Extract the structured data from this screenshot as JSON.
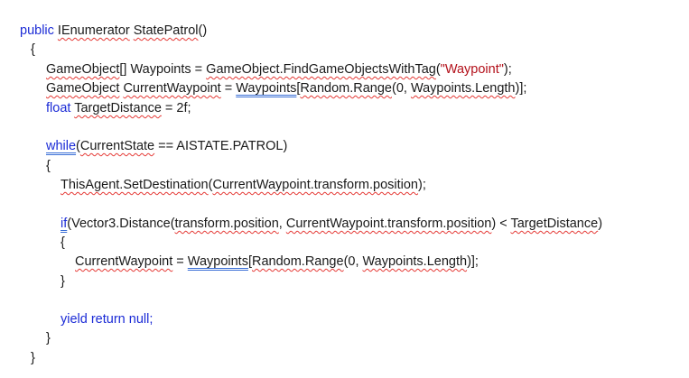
{
  "document": {
    "lines": [
      {
        "tokens": [
          {
            "t": "public ",
            "k": "keyword"
          },
          {
            "t": "IEnumerator",
            "k": "ident",
            "u": "squig"
          },
          {
            "t": " ",
            "k": "plain"
          },
          {
            "t": "StatePatrol",
            "k": "ident",
            "u": "squig"
          },
          {
            "t": "()",
            "k": "punct"
          }
        ]
      },
      {
        "tokens": [
          {
            "t": "{",
            "k": "punct"
          }
        ]
      },
      {
        "tokens": [
          {
            "t": "GameObject",
            "k": "ident",
            "u": "squig"
          },
          {
            "t": "[] Waypoints = ",
            "k": "plain"
          },
          {
            "t": "GameObject.FindGameObjectsWithTag",
            "k": "ident",
            "u": "squig"
          },
          {
            "t": "(",
            "k": "punct"
          },
          {
            "t": "\"Waypoint\"",
            "k": "string"
          },
          {
            "t": ");",
            "k": "punct"
          }
        ]
      },
      {
        "tokens": [
          {
            "t": "GameObject",
            "k": "ident",
            "u": "squig"
          },
          {
            "t": " ",
            "k": "plain"
          },
          {
            "t": "CurrentWaypoint",
            "k": "ident",
            "u": "squig"
          },
          {
            "t": " = ",
            "k": "plain"
          },
          {
            "t": "Waypoints",
            "k": "ident",
            "u": "dbl"
          },
          {
            "t": "[",
            "k": "punct"
          },
          {
            "t": "Random.Range",
            "k": "ident",
            "u": "squig"
          },
          {
            "t": "(0, ",
            "k": "plain"
          },
          {
            "t": "Waypoints.Length",
            "k": "ident",
            "u": "squig"
          },
          {
            "t": ")];",
            "k": "punct"
          }
        ]
      },
      {
        "tokens": [
          {
            "t": "float ",
            "k": "keyword"
          },
          {
            "t": "TargetDistance",
            "k": "ident",
            "u": "squig"
          },
          {
            "t": " = 2f;",
            "k": "plain"
          }
        ]
      },
      {
        "tokens": []
      },
      {
        "tokens": [
          {
            "t": "while",
            "k": "keyword",
            "u": "dbl"
          },
          {
            "t": "(",
            "k": "punct"
          },
          {
            "t": "CurrentState",
            "k": "ident",
            "u": "squig"
          },
          {
            "t": " == AISTATE.PATROL)",
            "k": "plain"
          }
        ]
      },
      {
        "tokens": [
          {
            "t": "{",
            "k": "punct"
          }
        ]
      },
      {
        "tokens": [
          {
            "t": "ThisAgent.SetDestination",
            "k": "ident",
            "u": "squig"
          },
          {
            "t": "(",
            "k": "punct"
          },
          {
            "t": "CurrentWaypoint.transform.position",
            "k": "ident",
            "u": "squig"
          },
          {
            "t": ");",
            "k": "punct"
          }
        ]
      },
      {
        "tokens": []
      },
      {
        "tokens": [
          {
            "t": "if",
            "k": "keyword",
            "u": "dbl"
          },
          {
            "t": "(Vector3.Distance(",
            "k": "plain"
          },
          {
            "t": "transform.position",
            "k": "ident",
            "u": "squig"
          },
          {
            "t": ", ",
            "k": "plain"
          },
          {
            "t": "CurrentWaypoint.transform.position",
            "k": "ident",
            "u": "squig"
          },
          {
            "t": ") < ",
            "k": "plain"
          },
          {
            "t": "TargetDistance",
            "k": "ident",
            "u": "squig"
          },
          {
            "t": ")",
            "k": "punct"
          }
        ]
      },
      {
        "tokens": [
          {
            "t": "{",
            "k": "punct"
          }
        ]
      },
      {
        "tokens": [
          {
            "t": "CurrentWaypoint",
            "k": "ident",
            "u": "squig"
          },
          {
            "t": " = ",
            "k": "plain"
          },
          {
            "t": "Waypoints",
            "k": "ident",
            "u": "dbl"
          },
          {
            "t": "[",
            "k": "punct"
          },
          {
            "t": "Random.Range",
            "k": "ident",
            "u": "squig"
          },
          {
            "t": "(0, ",
            "k": "plain"
          },
          {
            "t": "Waypoints.Length",
            "k": "ident",
            "u": "squig"
          },
          {
            "t": ")];",
            "k": "punct"
          }
        ]
      },
      {
        "tokens": [
          {
            "t": "}",
            "k": "punct"
          }
        ]
      },
      {
        "tokens": []
      },
      {
        "tokens": [
          {
            "t": "yield return null;",
            "k": "keyword"
          }
        ]
      },
      {
        "tokens": [
          {
            "t": "}",
            "k": "punct"
          }
        ]
      },
      {
        "tokens": [
          {
            "t": "}",
            "k": "punct"
          }
        ]
      }
    ]
  }
}
